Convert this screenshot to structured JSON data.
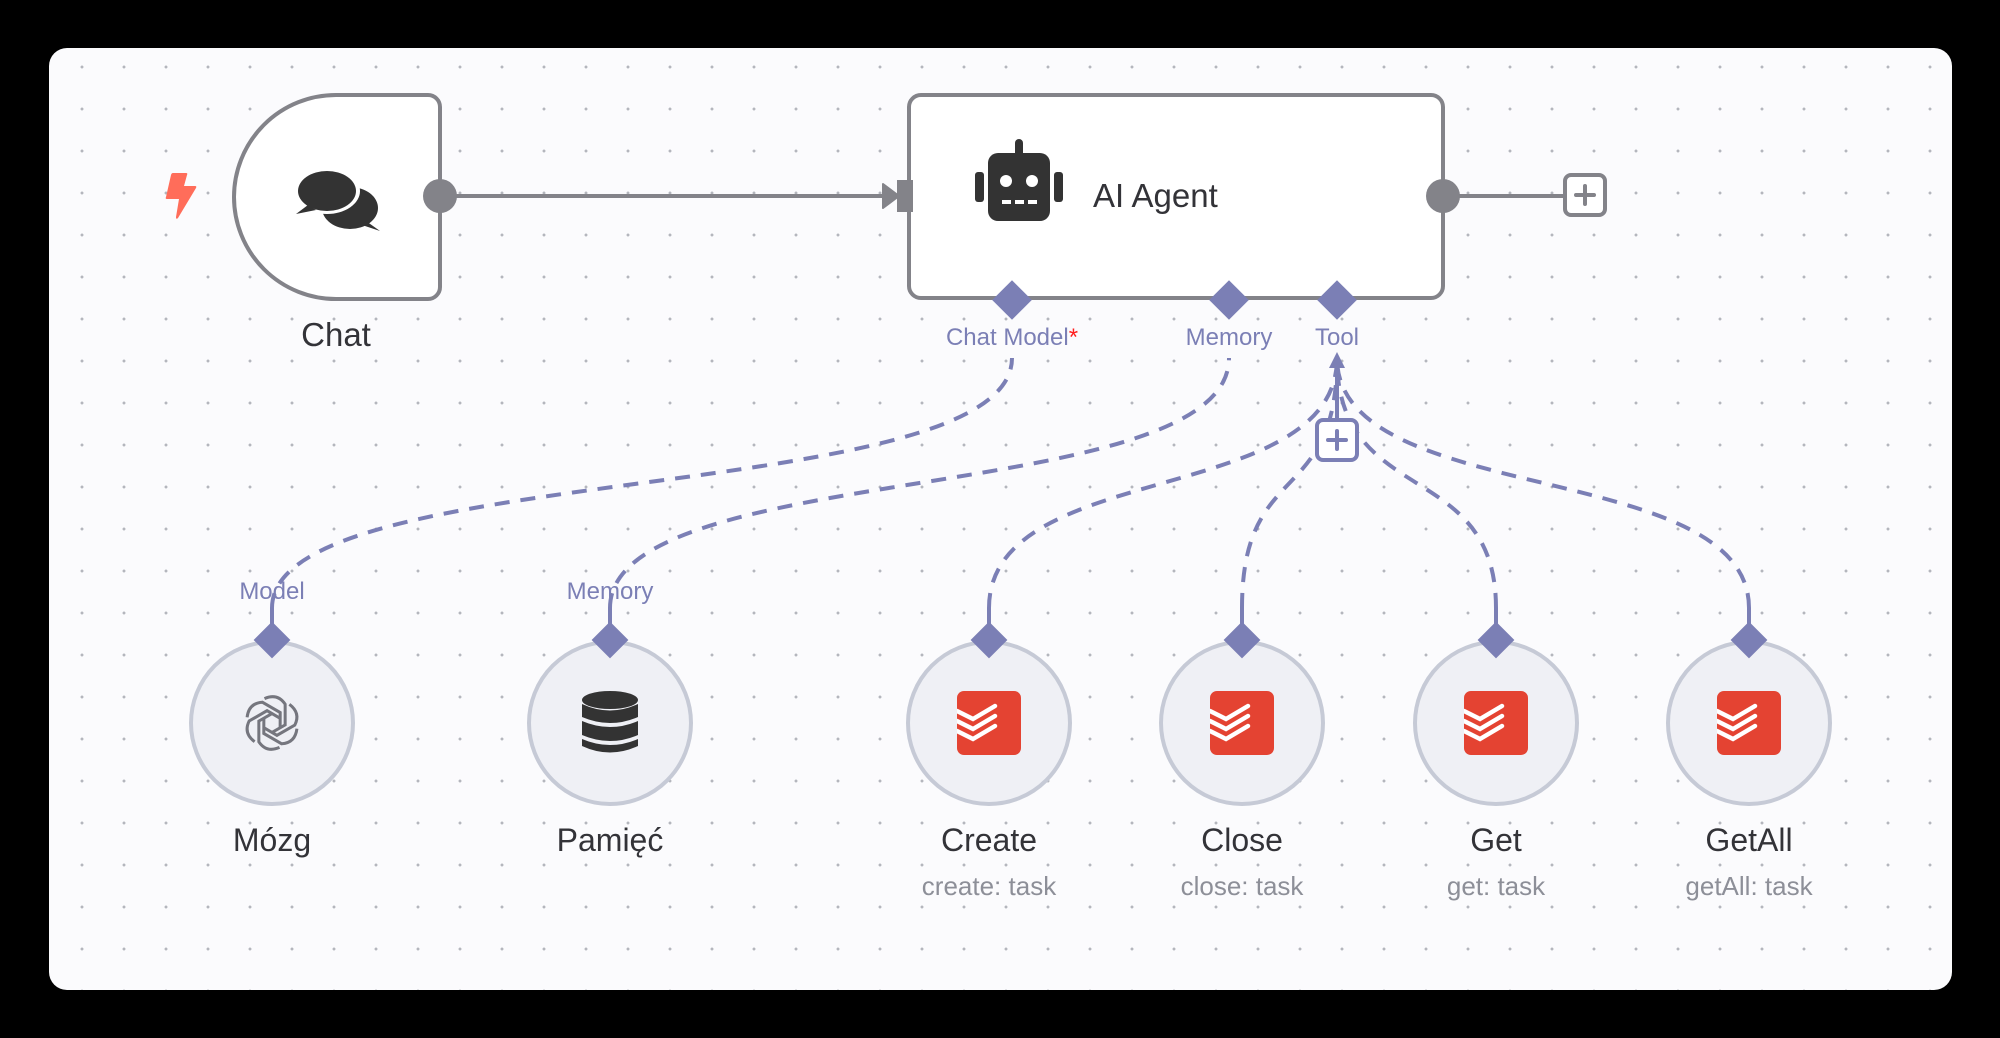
{
  "colors": {
    "canvas_bg": "#fbfbfd",
    "main_edge": "#838389",
    "ai_edge": "#7b7fb5",
    "trigger": "#ff6d5a",
    "todoist": "#e44332",
    "required": "#ff1f1f"
  },
  "nodes": {
    "chat": {
      "label": "Chat",
      "icon": "chat-bubbles-icon",
      "trigger_icon": "lightning-bolt-icon"
    },
    "agent": {
      "label": "AI Agent",
      "icon": "robot-icon",
      "ports": [
        {
          "label": "Chat Model",
          "required": true,
          "required_mark": "*"
        },
        {
          "label": "Memory",
          "required": false
        },
        {
          "label": "Tool",
          "required": false
        }
      ]
    },
    "sub_nodes": [
      {
        "title": "Mózg",
        "subtitle": "",
        "icon": "openai-icon",
        "port_label": "Model",
        "connects_to": "Chat Model"
      },
      {
        "title": "Pamięć",
        "subtitle": "",
        "icon": "database-icon",
        "port_label": "Memory",
        "connects_to": "Memory"
      },
      {
        "title": "Create",
        "subtitle": "create: task",
        "icon": "todoist-icon",
        "port_label": "",
        "connects_to": "Tool"
      },
      {
        "title": "Close",
        "subtitle": "close: task",
        "icon": "todoist-icon",
        "port_label": "",
        "connects_to": "Tool"
      },
      {
        "title": "Get",
        "subtitle": "get: task",
        "icon": "todoist-icon",
        "port_label": "",
        "connects_to": "Tool"
      },
      {
        "title": "GetAll",
        "subtitle": "getAll: task",
        "icon": "todoist-icon",
        "port_label": "",
        "connects_to": "Tool"
      }
    ]
  }
}
